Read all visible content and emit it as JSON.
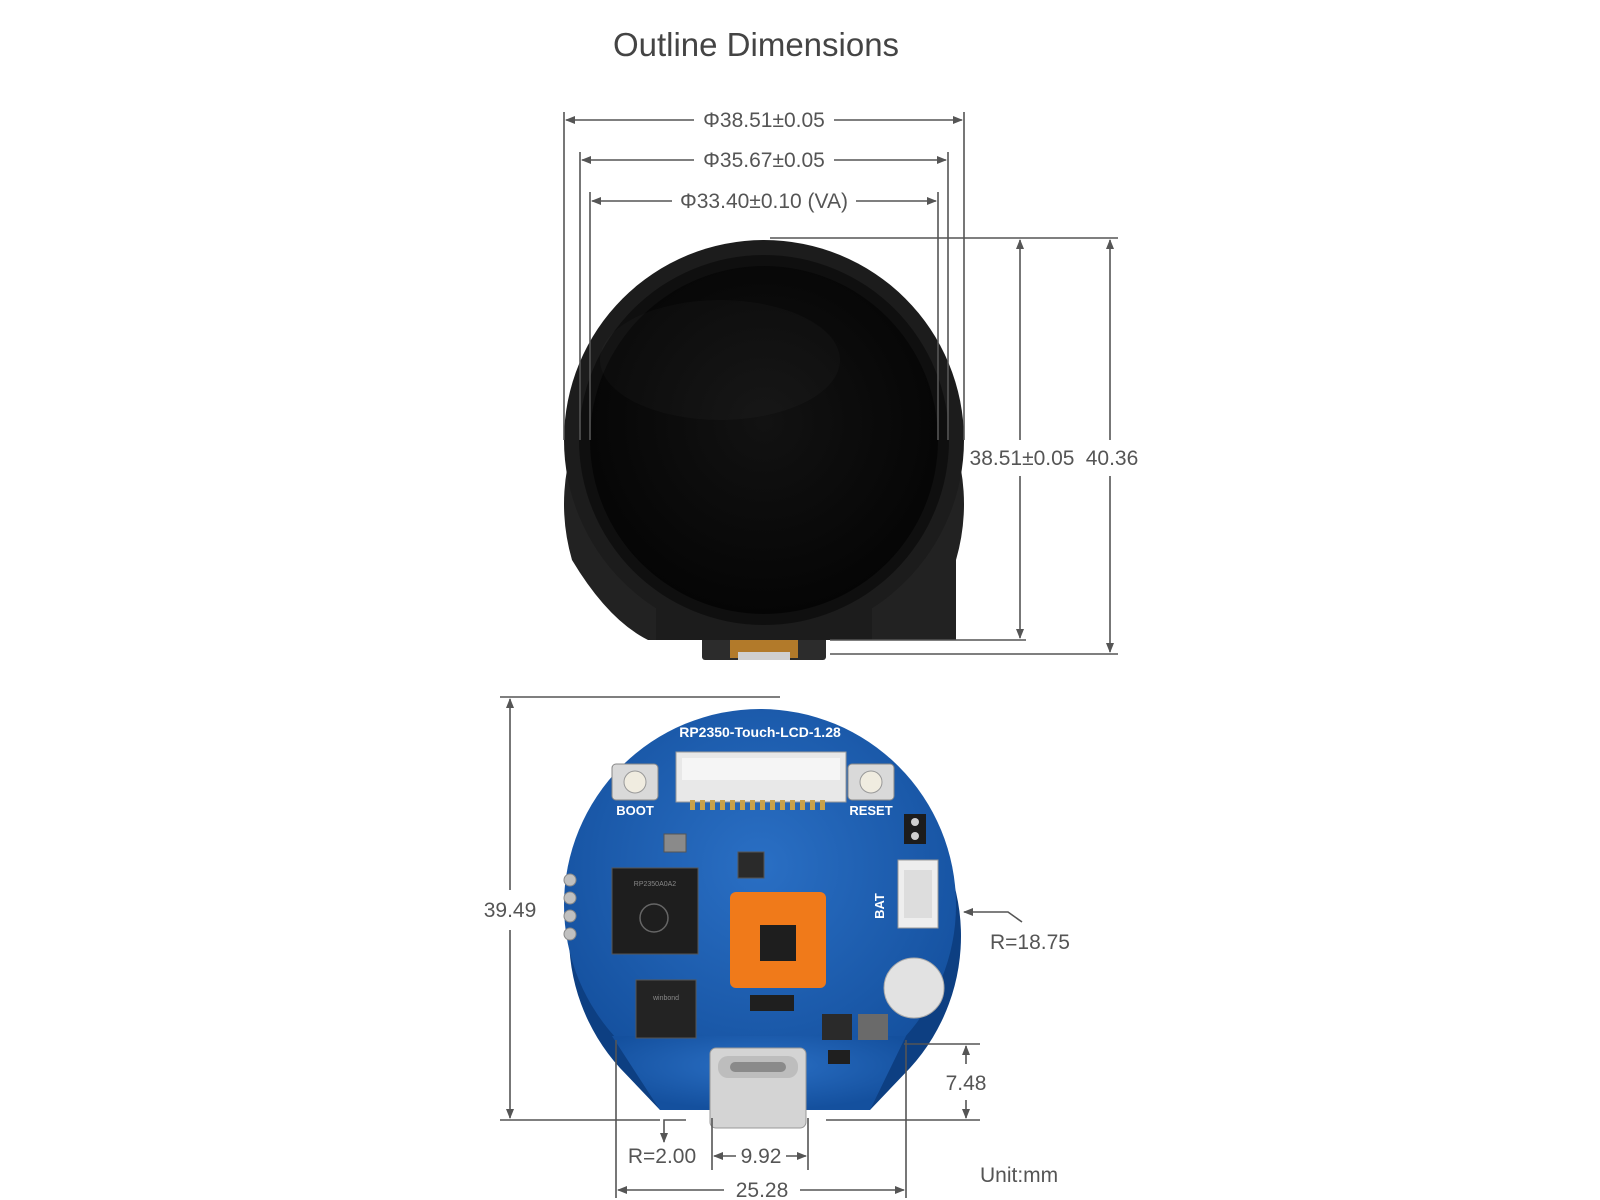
{
  "title": "Outline Dimensions",
  "unit_label": "Unit:mm",
  "dimensions": {
    "outer_diameter": "Φ38.51±0.05",
    "middle_diameter": "Φ35.67±0.05",
    "view_area_diameter": "Φ33.40±0.10 (VA)",
    "display_height": "38.51±0.05",
    "total_height": "40.36",
    "board_height": "39.49",
    "board_radius": "R=18.75",
    "corner_radius": "R=2.00",
    "usb_width": "9.92",
    "bottom_width": "25.28",
    "flat_height": "7.48"
  },
  "pcb_labels": {
    "board_name": "RP2350-Touch-LCD-1.28",
    "boot": "BOOT",
    "reset": "RESET",
    "bat": "BAT"
  },
  "colors": {
    "pcb_blue": "#1a5fb4",
    "display_black": "#0c0c0c",
    "bezel": "#1e1e1e",
    "chip_orange": "#f07a1a",
    "dim_line": "#555555"
  }
}
